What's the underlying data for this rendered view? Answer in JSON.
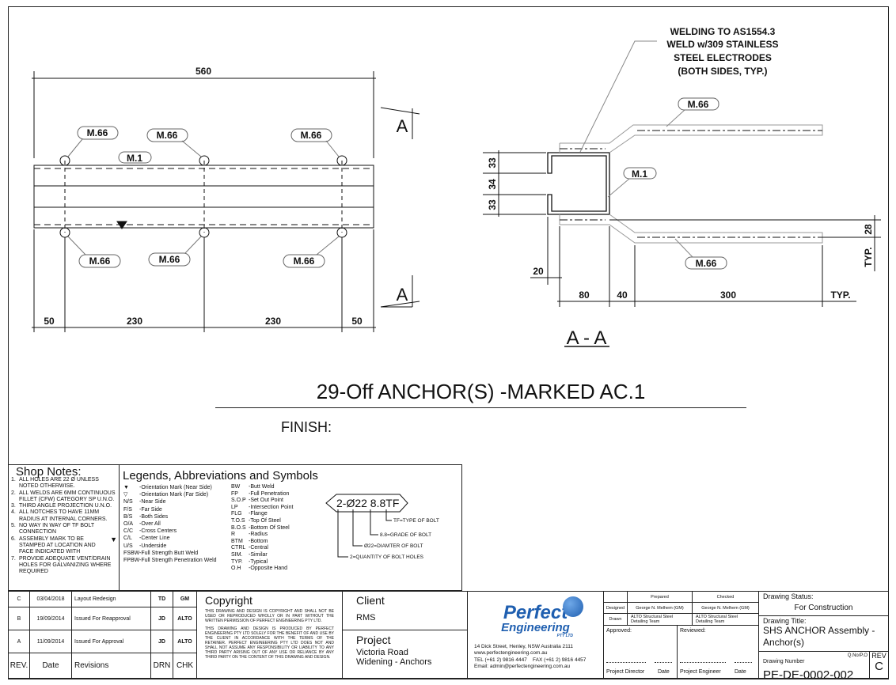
{
  "elevation": {
    "overall": "560",
    "segments": [
      "50",
      "230",
      "230",
      "50"
    ],
    "bolt_mark": "M.66",
    "member_mark": "M.1",
    "section_letter": "A"
  },
  "section": {
    "title": "A - A",
    "member_mark": "M.1",
    "bolt_mark": "M.66",
    "weld_note": [
      "WELDING TO AS1554.3",
      "WELD w/309 STAINLESS",
      "STEEL ELECTRODES",
      "(BOTH SIDES, TYP.)"
    ],
    "vertical_dims": [
      "33",
      "34",
      "33"
    ],
    "horizontal_dims": [
      "80",
      "40",
      "300"
    ],
    "typ": "TYP.",
    "edge_dim": "20",
    "plate_dim": "28"
  },
  "heading": {
    "title": "29-Off ANCHOR(S) -MARKED AC.1",
    "finish": "FINISH:"
  },
  "shop_notes": {
    "title": "Shop Notes:",
    "items": [
      {
        "n": "1.",
        "text": "ALL HOLES ARE 22 Ø UNLESS NOTED OTHERWISE."
      },
      {
        "n": "2.",
        "text": "ALL WELDS ARE 6MM CONTINUOUS FILLET (CFW) CATEGORY SP U.N.O."
      },
      {
        "n": "3.",
        "text": "THIRD ANGLE PROJECTION U.N.O."
      },
      {
        "n": "4.",
        "text": "ALL NOTCHES TO HAVE 11MM RADIUS AT INTERNAL CORNERS."
      },
      {
        "n": "5.",
        "text": "NO WAY IN WAY OF TF BOLT CONNECTION"
      },
      {
        "n": "6.",
        "text": "ASSEMBLY MARK TO BE STAMPED AT LOCATION AND FACE INDICATED WITH"
      },
      {
        "n": "7.",
        "text": "PROVIDE ADEQUATE VENT/DRAIN HOLES FOR GALVANIZING WHERE REQUIRED"
      }
    ]
  },
  "legend": {
    "title": "Legends, Abbreviations and Symbols",
    "col1": [
      [
        "▼",
        "-Orientation Mark (Near Side)"
      ],
      [
        "▽",
        "-Orientation Mark (Far Side)"
      ],
      [
        "N/S",
        "-Near Side"
      ],
      [
        "F/S",
        "-Far Side"
      ],
      [
        "B/S",
        "-Both Sides"
      ],
      [
        "O/A",
        "-Over All"
      ],
      [
        "C/C",
        "-Cross Centers"
      ],
      [
        "C/L",
        "-Center Line"
      ],
      [
        "U/S",
        "-Underside"
      ],
      [
        "FSBW",
        "-Full Strength Butt Weld"
      ],
      [
        "FPBW",
        "-Full Strength Penetration Weld"
      ]
    ],
    "col2": [
      [
        "BW",
        "-Butt Weld"
      ],
      [
        "FP",
        "-Full Penetration"
      ],
      [
        "S.O.P",
        "-Set Out Point"
      ],
      [
        "LP",
        "-Intersection Point"
      ],
      [
        "FLG",
        "-Flange"
      ],
      [
        "T.O.S",
        "-Top Of Steel"
      ],
      [
        "B.O.S",
        "-Bottom Of Steel"
      ],
      [
        "R",
        "-Radius"
      ],
      [
        "BTM",
        "-Bottom"
      ],
      [
        "CTRL",
        "-Central"
      ],
      [
        "SIM.",
        "-Similar"
      ],
      [
        "TYP.",
        "-Typical"
      ],
      [
        "O.H",
        "-Opposite Hand"
      ]
    ],
    "bolt_symbol": "2-Ø22 8.8TF",
    "bolt_keys": [
      "TF=TYPE OF BOLT",
      "8.8=GRADE OF BOLT",
      "Ø22=DIAMTER OF BOLT",
      "2=QUANTITY OF BOLT HOLES"
    ]
  },
  "revisions": {
    "rows": [
      {
        "rev": "C",
        "date": "03/04/2018",
        "desc": "Layout Redesign",
        "drn": "TD",
        "chk": "GM"
      },
      {
        "rev": "B",
        "date": "19/09/2014",
        "desc": "Issued For Reapproval",
        "drn": "JD",
        "chk": "ALTO"
      },
      {
        "rev": "A",
        "date": "11/09/2014",
        "desc": "Issued For Approval",
        "drn": "JD",
        "chk": "ALTO"
      }
    ],
    "headers": {
      "rev": "REV.",
      "date": "Date",
      "desc": "Revisions",
      "drn": "DRN",
      "chk": "CHK"
    }
  },
  "copyright": {
    "title": "Copyright",
    "p1": "THIS DRAWING AND DESIGN IS COPYRIGHT AND SHALL NOT BE USED OR REPRODUCED WHOLLY OR IN PART WITHOUT THE WRITTEN PERMISSION OF PERFECT ENGINEERING PTY LTD.",
    "p2": "THIS DRAWING AND DESIGN IS PRODUCED BY PERFECT ENGINEERING PTY LTD SOLELY FOR THE BENEFIT OF AND USE BY THE CLIENT IN ACCORDANCE WITH THE TERMS OF THE RETAINER. PERFECT ENGINEERING PTY LTD DOES NOT AND SHALL NOT ASSUME ANY RESPONSIBILITY OR LIABILITY TO ANY THIRD PARTY ARISING OUT OF ANY USE OR RELIANCE BY ANY THIRD PARTY ON THE CONTENT OF THIS DRAWING AND DESIGN."
  },
  "client": {
    "label": "Client",
    "value": "RMS"
  },
  "project": {
    "label": "Project",
    "line1": "Victoria Road",
    "line2": "Widening - Anchors"
  },
  "company": {
    "logo_line1": "Perfect",
    "logo_line2": "Engineering",
    "logo_sub": "PTY LTD",
    "address": "14 Dick Street, Henley, NSW Australia 2111",
    "web": "www.perfectengineering.com.au",
    "phone": "TEL (+61 2) 9816 4447    FAX (+61 2) 9816 4457",
    "email": "Email: admin@perfectengineering.com.au",
    "brand_color": "#1f5fb0"
  },
  "signoff": {
    "prepared": "Prepared",
    "checked": "Checked",
    "designed": "Designed",
    "drawn": "Drawn",
    "designed_by": "George N. Melhem (GM)",
    "designed_chk": "George N. Melhem (GM)",
    "drawn_by": "ALTO Structural Steel Detailing Team",
    "drawn_chk": "ALTO Structural Steel Detailing Team",
    "approved": "Approved:",
    "reviewed": "Reviewed:",
    "director": "Project Director",
    "engineer": "Project Engineer",
    "date": "Date"
  },
  "drawing": {
    "status_label": "Drawing Status:",
    "status": "For Construction",
    "title_label": "Drawing Title:",
    "title": "SHS ANCHOR Assembly - Anchor(s)",
    "number_label": "Drawing Number",
    "qno_label": "Q.No/P.O",
    "rev_label": "REV",
    "number": "PE-DE-0002-002",
    "rev": "C"
  }
}
